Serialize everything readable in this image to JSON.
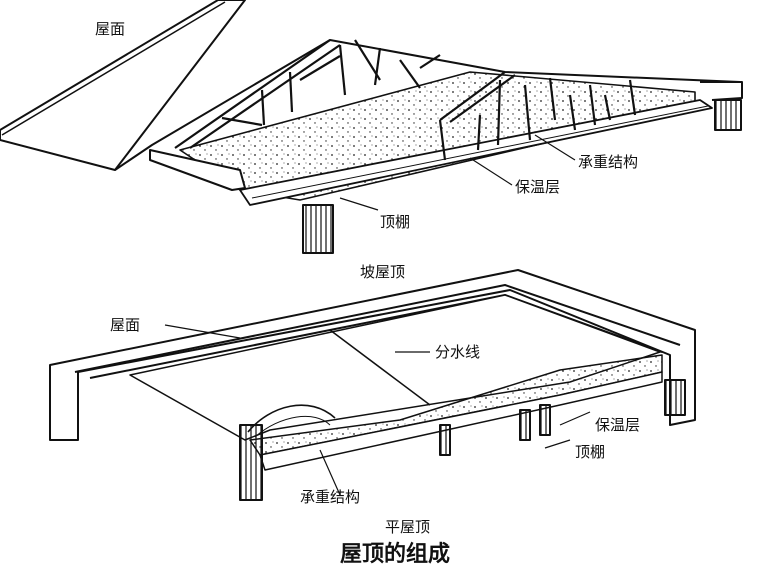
{
  "pitched_roof": {
    "label_roof_surface": "屋面",
    "label_structure": "承重结构",
    "label_insulation": "保温层",
    "label_ceiling": "顶棚",
    "caption": "坡屋顶"
  },
  "flat_roof": {
    "label_roof_surface": "屋面",
    "label_ridge_line": "分水线",
    "label_insulation": "保温层",
    "label_ceiling": "顶棚",
    "label_structure": "承重结构",
    "caption": "平屋顶"
  },
  "figure_title": "屋顶的组成"
}
